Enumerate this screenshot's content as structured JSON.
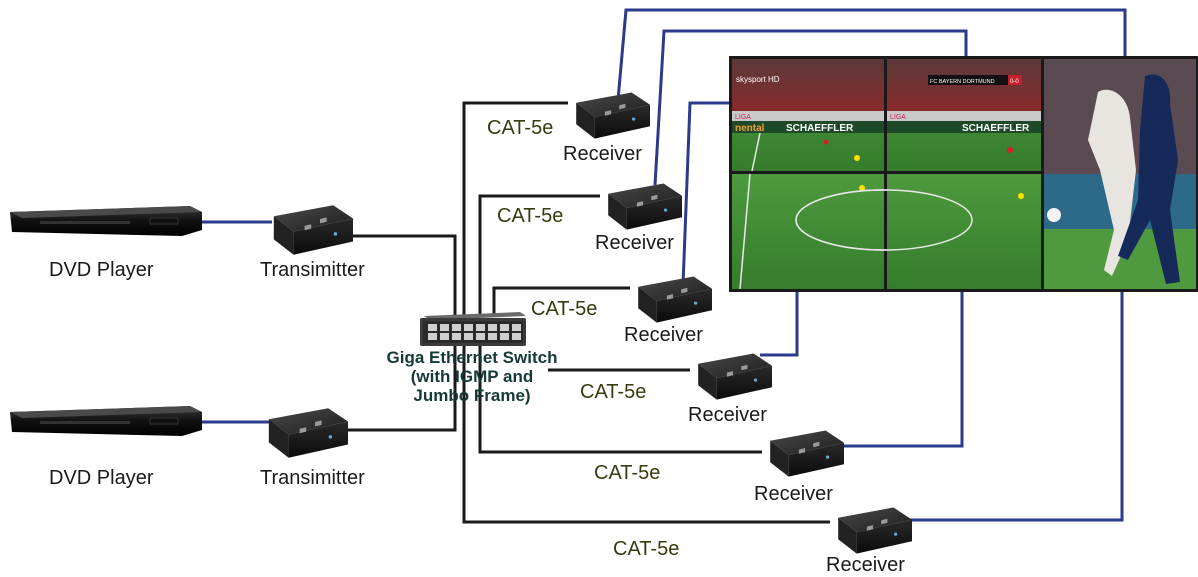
{
  "sources": [
    {
      "device_label": "DVD Player",
      "tx_label": "Transimitter"
    },
    {
      "device_label": "DVD Player",
      "tx_label": "Transimitter"
    }
  ],
  "switch": {
    "lines": [
      "Giga Ethernet Switch",
      "(with IGMP and",
      "Jumbo Frame)"
    ]
  },
  "receivers": [
    {
      "label": "Receiver",
      "cable": "CAT-5e"
    },
    {
      "label": "Receiver",
      "cable": "CAT-5e"
    },
    {
      "label": "Receiver",
      "cable": "CAT-5e"
    },
    {
      "label": "Receiver",
      "cable": "CAT-5e"
    },
    {
      "label": "Receiver",
      "cable": "CAT-5e"
    },
    {
      "label": "Receiver",
      "cable": "CAT-5e"
    }
  ],
  "video_wall": {
    "overlay_texts": [
      "skysport HD",
      "FC BAYERN DORTMUND",
      "0-0",
      "SCHAEFFLER",
      "SCHAEFFLER",
      "nental",
      "LIGA",
      "LIGA"
    ]
  },
  "colors": {
    "hdmi_line": "#2b3a8a",
    "cat_line": "#1a1a1a",
    "device_body": "#1c1c1c",
    "pitch": "#3f8a35",
    "cable_text": "#3a3a10"
  }
}
